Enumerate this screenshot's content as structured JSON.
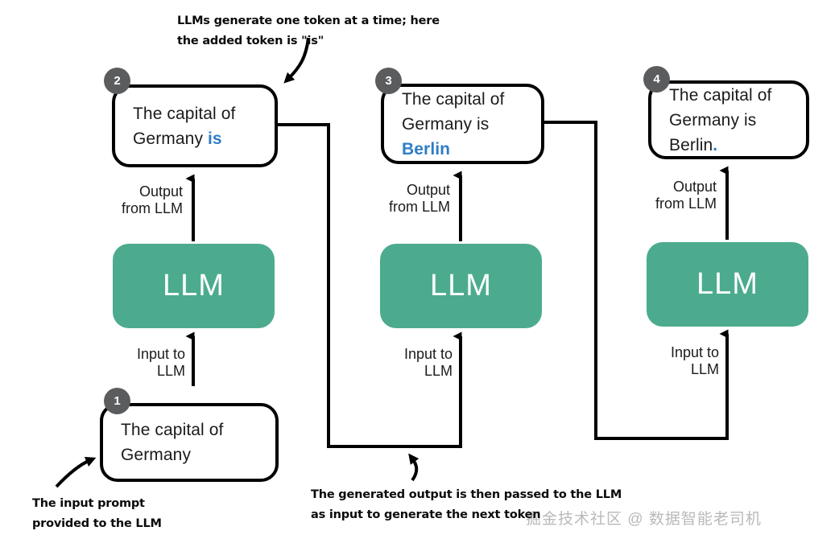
{
  "diagram": {
    "title": "LLM autoregressive token generation loop",
    "colors": {
      "llm_box": "#4cab8e",
      "accent_blue": "#2f7dc6",
      "badge_gray": "#5b5c5e",
      "line_black": "#000000",
      "watermark_gray": "#b9b9b9"
    }
  },
  "callouts": {
    "top": "LLMs generate one token at a time; here\nthe added token is \"is\"",
    "bottom_left": "The input prompt\nprovided to the LLM",
    "bottom_center": "The generated output is then passed to the LLM\nas input to generate the next token"
  },
  "steps": [
    {
      "badge": "1",
      "role": "input-prompt",
      "text_plain": "The capital of",
      "text_line2": "Germany",
      "highlight": "",
      "trailing": ""
    },
    {
      "badge": "2",
      "role": "output-step-1",
      "text_plain": "The capital of",
      "text_line2": "Germany ",
      "highlight": "is",
      "trailing": ""
    },
    {
      "badge": "3",
      "role": "output-step-2",
      "text_plain": "The capital of",
      "text_line2": "Germany is ",
      "highlight": "Berlin",
      "trailing": ""
    },
    {
      "badge": "4",
      "role": "output-step-3",
      "text_plain": "The capital of",
      "text_line2": "Germany is Berlin",
      "highlight": ".",
      "trailing": ""
    }
  ],
  "llm": {
    "label": "LLM",
    "instances": [
      "LLM",
      "LLM",
      "LLM"
    ]
  },
  "flow_labels": {
    "output": "Output\nfrom LLM",
    "input": "Input to\nLLM"
  },
  "watermark": "掘金技术社区 @ 数据智能老司机"
}
